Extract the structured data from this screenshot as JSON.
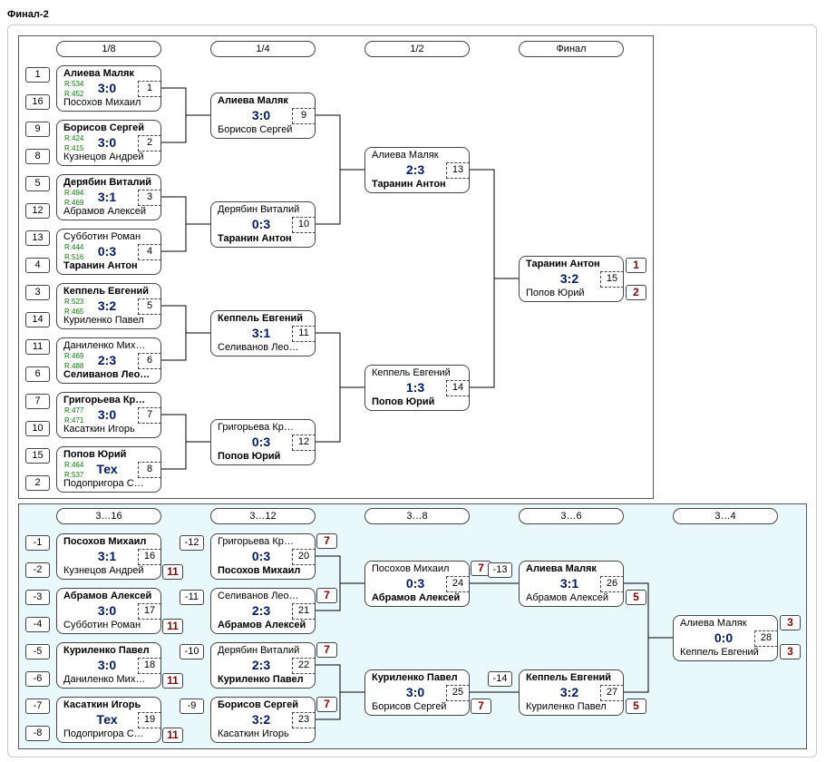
{
  "title": "Финал-2",
  "main": {
    "rounds": [
      "1/8",
      "1/4",
      "1/2",
      "Финал"
    ],
    "seeds": [
      [
        "1",
        "16"
      ],
      [
        "9",
        "8"
      ],
      [
        "5",
        "12"
      ],
      [
        "13",
        "4"
      ],
      [
        "3",
        "14"
      ],
      [
        "11",
        "6"
      ],
      [
        "7",
        "10"
      ],
      [
        "15",
        "2"
      ]
    ],
    "r16": [
      {
        "p1": "Алиева Маляк",
        "p2": "Посохов Михаил",
        "w": 1,
        "score": "3:0",
        "num": "1",
        "r1": "R:534",
        "r2": "R:452"
      },
      {
        "p1": "Борисов Сергей",
        "p2": "Кузнецов Андрей",
        "w": 1,
        "score": "3:0",
        "num": "2",
        "r1": "R:424",
        "r2": "R:415"
      },
      {
        "p1": "Дерябин Виталий",
        "p2": "Абрамов Алексей",
        "w": 1,
        "score": "3:1",
        "num": "3",
        "r1": "R:494",
        "r2": "R:469"
      },
      {
        "p1": "Субботин Роман",
        "p2": "Таранин Антон",
        "w": 2,
        "score": "0:3",
        "num": "4",
        "r1": "R:444",
        "r2": "R:516"
      },
      {
        "p1": "Кеппель Евгений",
        "p2": "Куриленко Павел",
        "w": 1,
        "score": "3:2",
        "num": "5",
        "r1": "R:523",
        "r2": "R:465"
      },
      {
        "p1": "Даниленко Мих…",
        "p2": "Селиванов Лео…",
        "w": 2,
        "score": "2:3",
        "num": "6",
        "r1": "R:469",
        "r2": "R:488"
      },
      {
        "p1": "Григорьева Кр…",
        "p2": "Касаткин Игорь",
        "w": 1,
        "score": "3:0",
        "num": "7",
        "r1": "R:477",
        "r2": "R:471"
      },
      {
        "p1": "Попов Юрий",
        "p2": "Подопригора С…",
        "w": 1,
        "score": "Тех",
        "num": "8",
        "r1": "R:464",
        "r2": "R:537"
      }
    ],
    "qf": [
      {
        "p1": "Алиева Маляк",
        "p2": "Борисов Сергей",
        "w": 1,
        "score": "3:0",
        "num": "9"
      },
      {
        "p1": "Дерябин Виталий",
        "p2": "Таранин Антон",
        "w": 2,
        "score": "0:3",
        "num": "10"
      },
      {
        "p1": "Кеппель Евгений",
        "p2": "Селиванов Лео…",
        "w": 1,
        "score": "3:1",
        "num": "11"
      },
      {
        "p1": "Григорьева Кр…",
        "p2": "Попов Юрий",
        "w": 2,
        "score": "0:3",
        "num": "12"
      }
    ],
    "sf": [
      {
        "p1": "Алиева Маляк",
        "p2": "Таранин Антон",
        "w": 2,
        "score": "2:3",
        "num": "13"
      },
      {
        "p1": "Кеппель Евгений",
        "p2": "Попов Юрий",
        "w": 2,
        "score": "1:3",
        "num": "14"
      }
    ],
    "final": {
      "p1": "Таранин Антон",
      "p2": "Попов Юрий",
      "w": 1,
      "score": "3:2",
      "num": "15",
      "place1": "1",
      "place2": "2"
    }
  },
  "consolation": {
    "rounds": [
      "3…16",
      "3…12",
      "3…8",
      "3…6",
      "3…4"
    ],
    "c16": [
      {
        "s1": "-1",
        "s2": "-2",
        "p1": "Посохов Михаил",
        "p2": "Кузнецов Андрей",
        "w": 1,
        "score": "3:1",
        "num": "16",
        "lose": "11"
      },
      {
        "s1": "-3",
        "s2": "-4",
        "p1": "Абрамов Алексей",
        "p2": "Субботин Роман",
        "w": 1,
        "score": "3:0",
        "num": "17",
        "lose": "11"
      },
      {
        "s1": "-5",
        "s2": "-6",
        "p1": "Куриленко Павел",
        "p2": "Даниленко Мих…",
        "w": 1,
        "score": "3:0",
        "num": "18",
        "lose": "11"
      },
      {
        "s1": "-7",
        "s2": "-8",
        "p1": "Касаткин Игорь",
        "p2": "Подопригора С…",
        "w": 1,
        "score": "Тех",
        "num": "19",
        "lose": "11"
      }
    ],
    "c12": [
      {
        "s1": "-12",
        "p1": "Григорьева Кр…",
        "p2": "Посохов Михаил",
        "w": 2,
        "score": "0:3",
        "num": "20",
        "lose": "7"
      },
      {
        "s1": "-11",
        "p1": "Селиванов Лео…",
        "p2": "Абрамов Алексей",
        "w": 2,
        "score": "2:3",
        "num": "21",
        "lose": "7"
      },
      {
        "s1": "-10",
        "p1": "Дерябин Виталий",
        "p2": "Куриленко Павел",
        "w": 2,
        "score": "2:3",
        "num": "22",
        "lose": "7"
      },
      {
        "s1": "-9",
        "p1": "Борисов Сергей",
        "p2": "Касаткин Игорь",
        "w": 1,
        "score": "3:2",
        "num": "23",
        "lose": "7"
      }
    ],
    "c8": [
      {
        "p1": "Посохов Михаил",
        "p2": "Абрамов Алексей",
        "w": 2,
        "score": "0:3",
        "num": "24",
        "lose": "7"
      },
      {
        "p1": "Куриленко Павел",
        "p2": "Борисов Сергей",
        "w": 1,
        "score": "3:0",
        "num": "25",
        "lose": "7"
      }
    ],
    "c6": [
      {
        "s1": "-13",
        "p1": "Алиева Маляк",
        "p2": "Абрамов Алексей",
        "w": 1,
        "score": "3:1",
        "num": "26",
        "lose": "5"
      },
      {
        "s1": "-14",
        "p1": "Кеппель Евгений",
        "p2": "Куриленко Павел",
        "w": 1,
        "score": "3:2",
        "num": "27",
        "lose": "5"
      }
    ],
    "c4": {
      "p1": "Алиева Маляк",
      "p2": "Кеппель Евгений",
      "w": 0,
      "score": "0:0",
      "num": "28",
      "place1": "3",
      "place2": "3"
    }
  }
}
